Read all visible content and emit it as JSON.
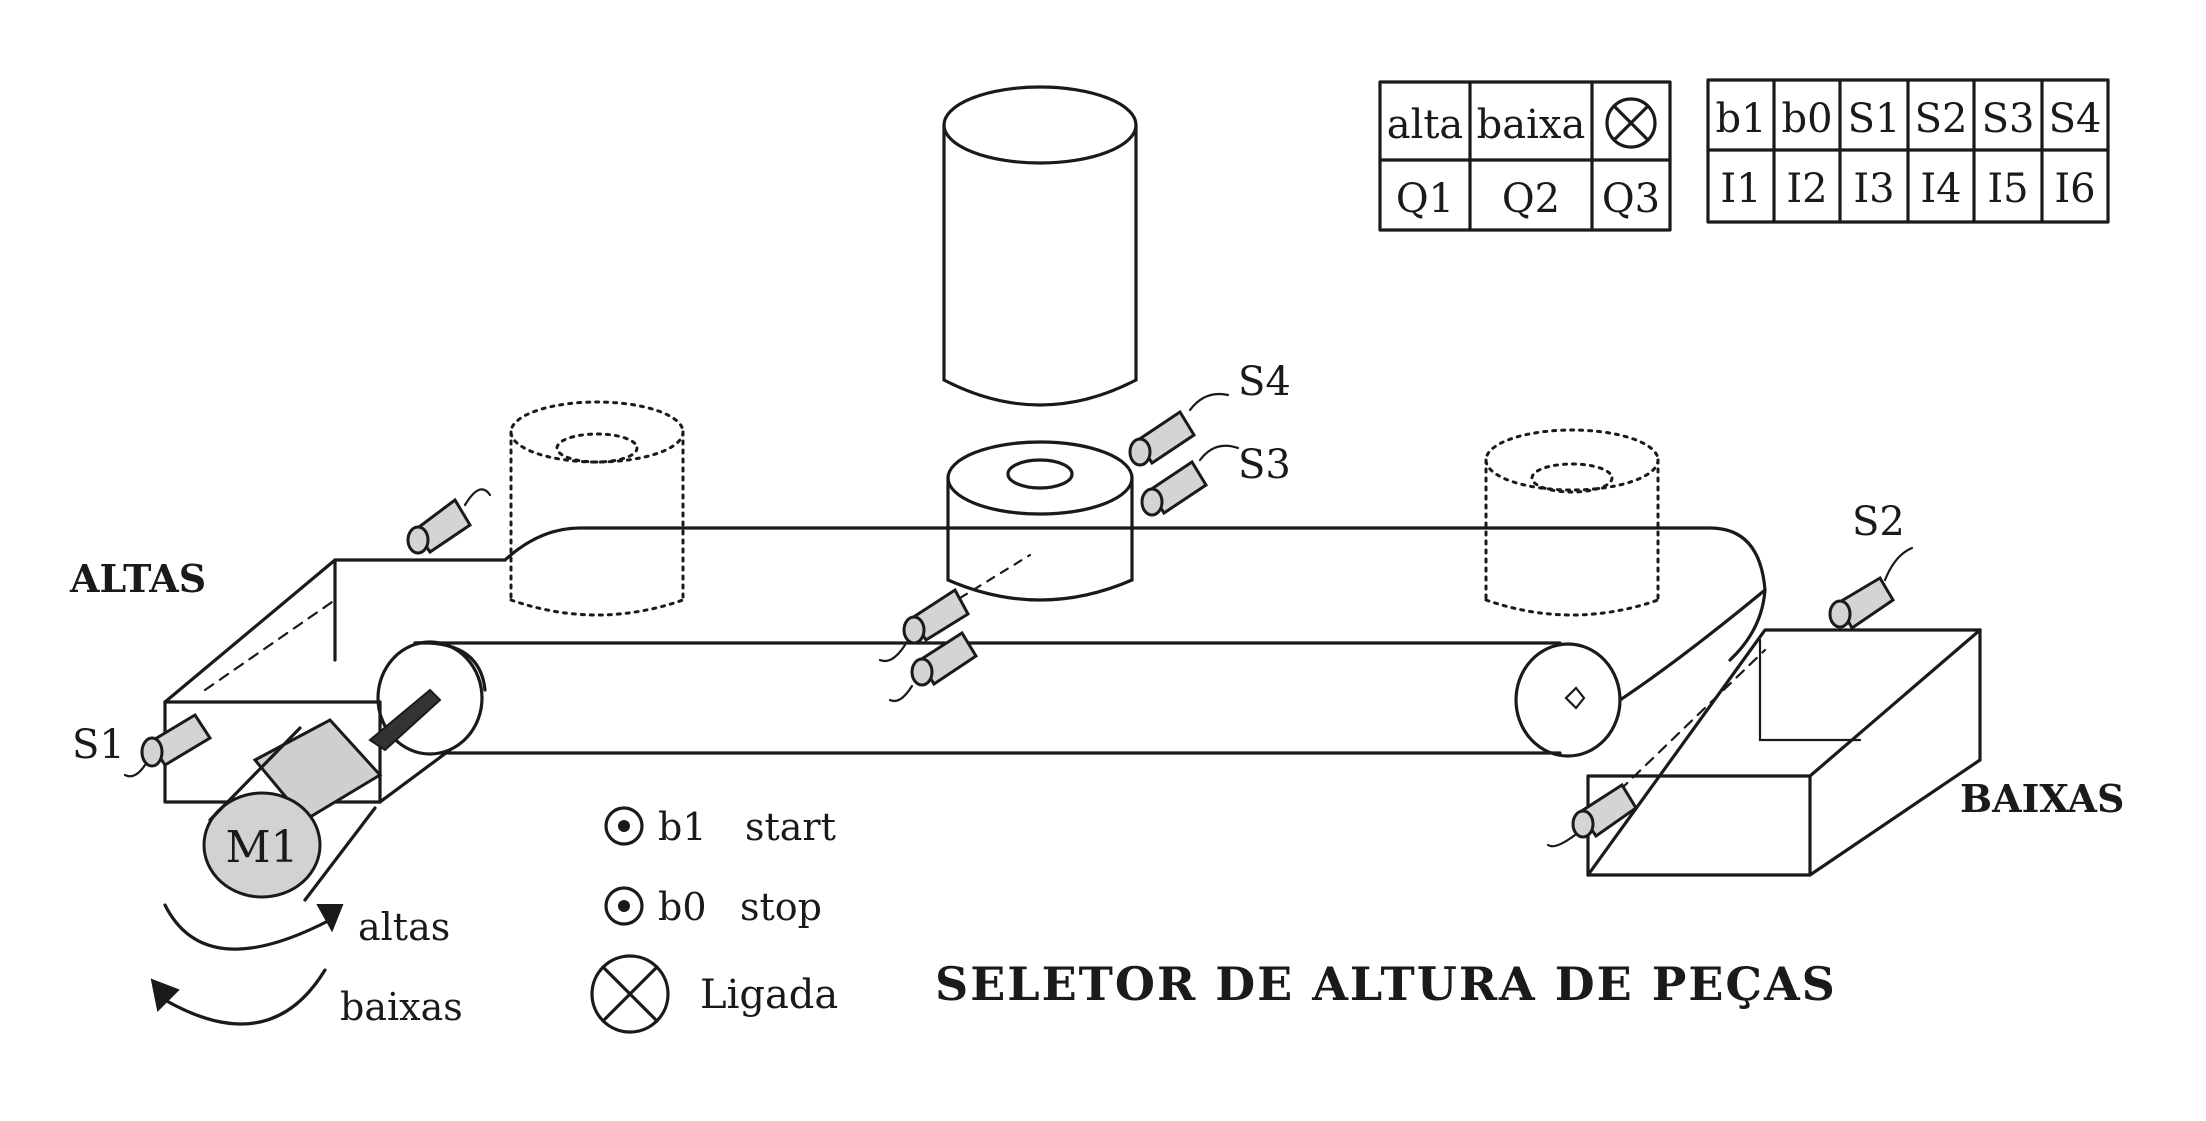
{
  "title": "SELETOR DE ALTURA DE PEÇAS",
  "bins": {
    "left": "ALTAS",
    "right": "BAIXAS"
  },
  "motor": {
    "label": "M1",
    "dir_up": "altas",
    "dir_down": "baixas"
  },
  "sensors": {
    "s1": "S1",
    "s2": "S2",
    "s3": "S3",
    "s4": "S4"
  },
  "legend": {
    "start_key": "b1",
    "start_text": "start",
    "stop_key": "b0",
    "stop_text": "stop",
    "lamp_text": "Ligada"
  },
  "outputs_table": {
    "headers": [
      "alta",
      "baixa",
      "⊗"
    ],
    "values": [
      "Q1",
      "Q2",
      "Q3"
    ]
  },
  "inputs_table": {
    "headers": [
      "b1",
      "b0",
      "S1",
      "S2",
      "S3",
      "S4"
    ],
    "values": [
      "I1",
      "I2",
      "I3",
      "I4",
      "I5",
      "I6"
    ]
  }
}
